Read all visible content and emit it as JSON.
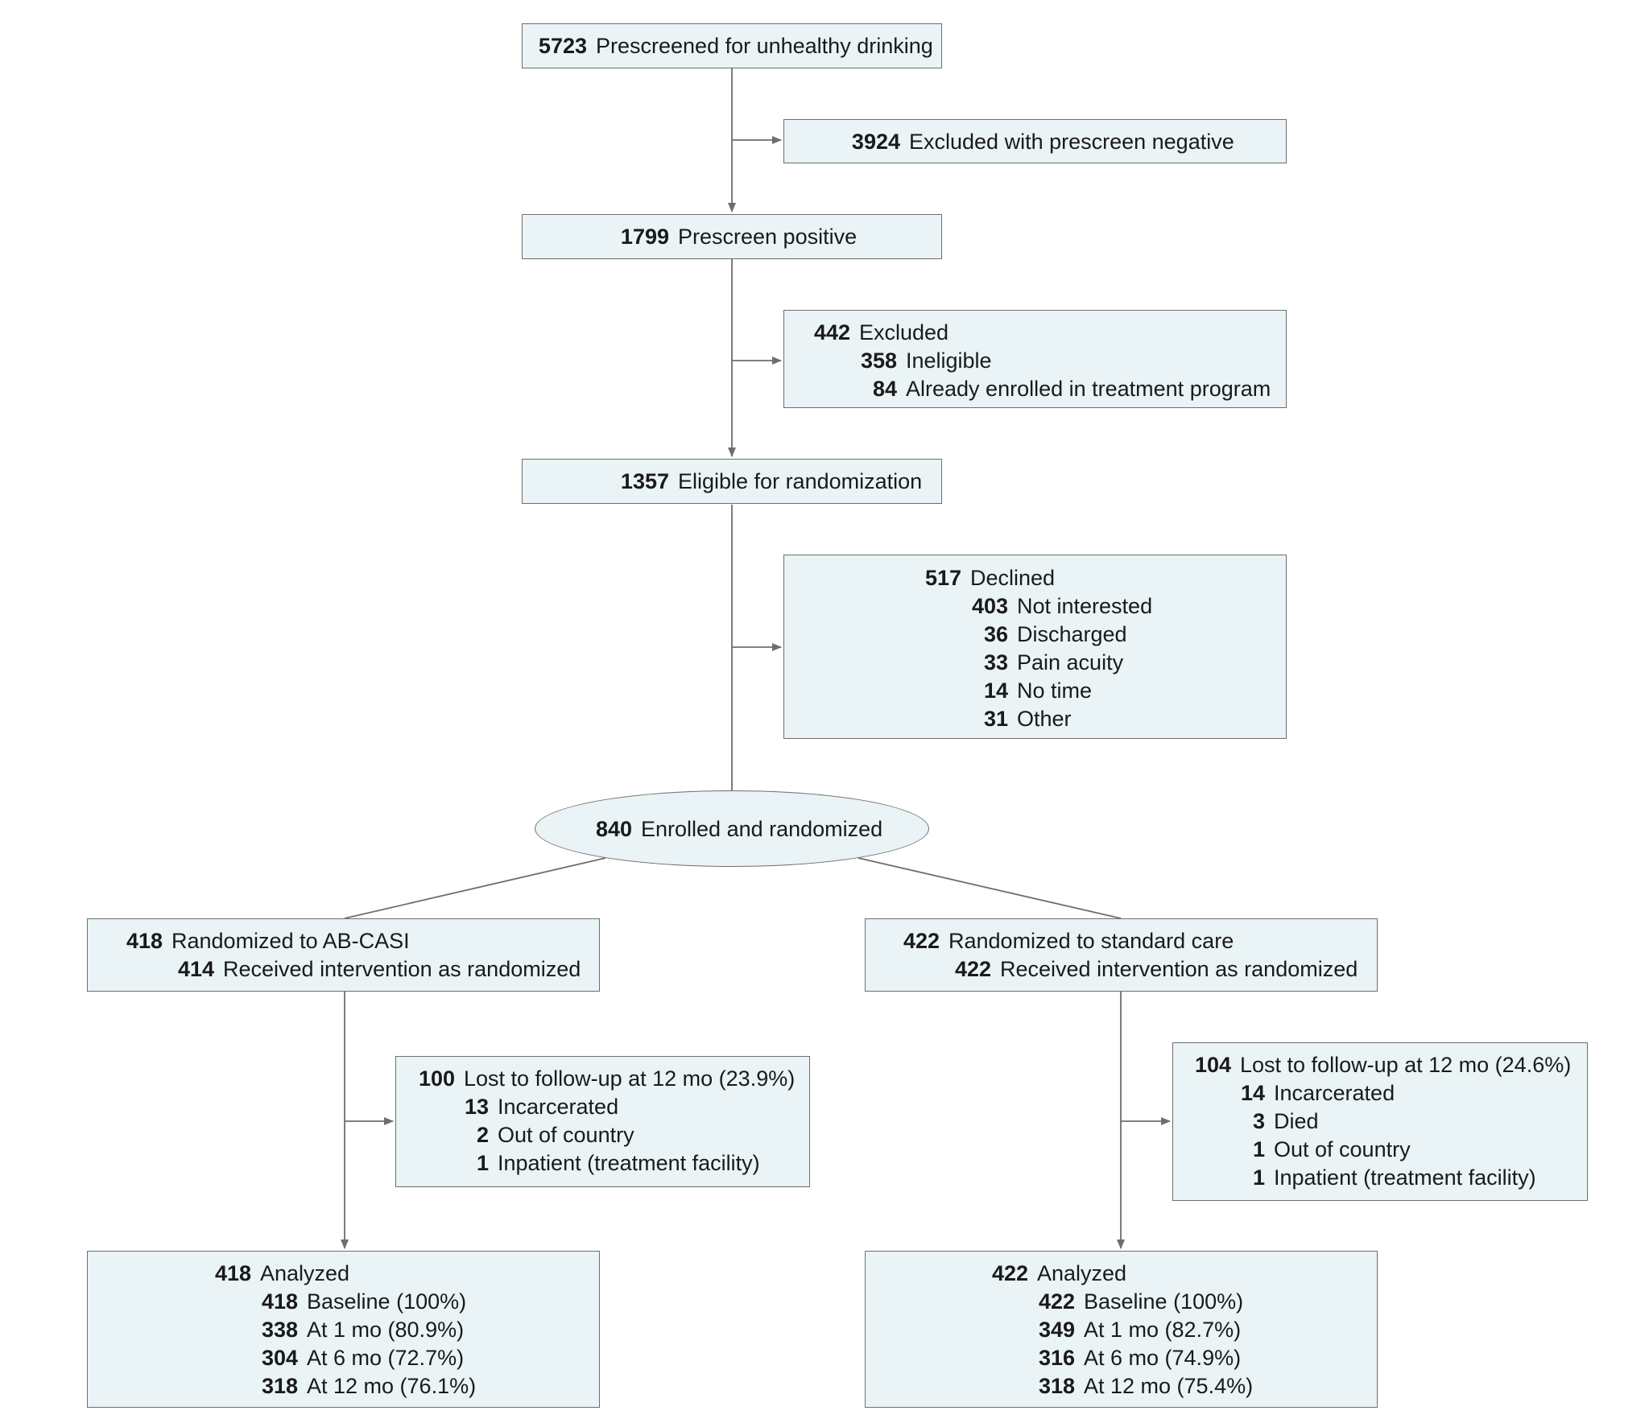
{
  "nodes": {
    "prescreened": {
      "n": "5723",
      "text": "Prescreened for unhealthy drinking"
    },
    "excl_prescreen": {
      "n": "3924",
      "text": "Excluded with prescreen negative"
    },
    "positive": {
      "n": "1799",
      "text": "Prescreen positive"
    },
    "excluded": {
      "n": "442",
      "text": "Excluded",
      "items": [
        {
          "n": "358",
          "text": "Ineligible"
        },
        {
          "n": "84",
          "text": "Already enrolled in treatment program"
        }
      ]
    },
    "eligible": {
      "n": "1357",
      "text": "Eligible for randomization"
    },
    "declined": {
      "n": "517",
      "text": "Declined",
      "items": [
        {
          "n": "403",
          "text": "Not interested"
        },
        {
          "n": "36",
          "text": "Discharged"
        },
        {
          "n": "33",
          "text": "Pain acuity"
        },
        {
          "n": "14",
          "text": "No time"
        },
        {
          "n": "31",
          "text": "Other"
        }
      ]
    },
    "enrolled": {
      "n": "840",
      "text": "Enrolled and randomized"
    },
    "abcasi": {
      "n": "418",
      "text": "Randomized to AB-CASI",
      "items": [
        {
          "n": "414",
          "text": "Received intervention as randomized"
        }
      ]
    },
    "standard": {
      "n": "422",
      "text": "Randomized to standard care",
      "items": [
        {
          "n": "422",
          "text": "Received intervention as randomized"
        }
      ]
    },
    "lost_abcasi": {
      "n": "100",
      "text": "Lost to follow-up at 12 mo (23.9%)",
      "items": [
        {
          "n": "13",
          "text": "Incarcerated"
        },
        {
          "n": "2",
          "text": "Out of country"
        },
        {
          "n": "1",
          "text": "Inpatient (treatment facility)"
        }
      ]
    },
    "lost_standard": {
      "n": "104",
      "text": "Lost to follow-up at 12 mo (24.6%)",
      "items": [
        {
          "n": "14",
          "text": "Incarcerated"
        },
        {
          "n": "3",
          "text": "Died"
        },
        {
          "n": "1",
          "text": "Out of country"
        },
        {
          "n": "1",
          "text": "Inpatient (treatment facility)"
        }
      ]
    },
    "analyzed_abcasi": {
      "n": "418",
      "text": "Analyzed",
      "items": [
        {
          "n": "418",
          "text": "Baseline (100%)"
        },
        {
          "n": "338",
          "text": "At 1 mo (80.9%)"
        },
        {
          "n": "304",
          "text": "At 6 mo (72.7%)"
        },
        {
          "n": "318",
          "text": "At 12 mo (76.1%)"
        }
      ]
    },
    "analyzed_standard": {
      "n": "422",
      "text": "Analyzed",
      "items": [
        {
          "n": "422",
          "text": "Baseline (100%)"
        },
        {
          "n": "349",
          "text": "At 1 mo (82.7%)"
        },
        {
          "n": "316",
          "text": "At 6 mo (74.9%)"
        },
        {
          "n": "318",
          "text": "At 12 mo (75.4%)"
        }
      ]
    }
  },
  "colors": {
    "box_fill": "#eaf3f5",
    "border": "#6e6e6e",
    "line": "#6e6e6e",
    "text": "#1a1a1a"
  }
}
